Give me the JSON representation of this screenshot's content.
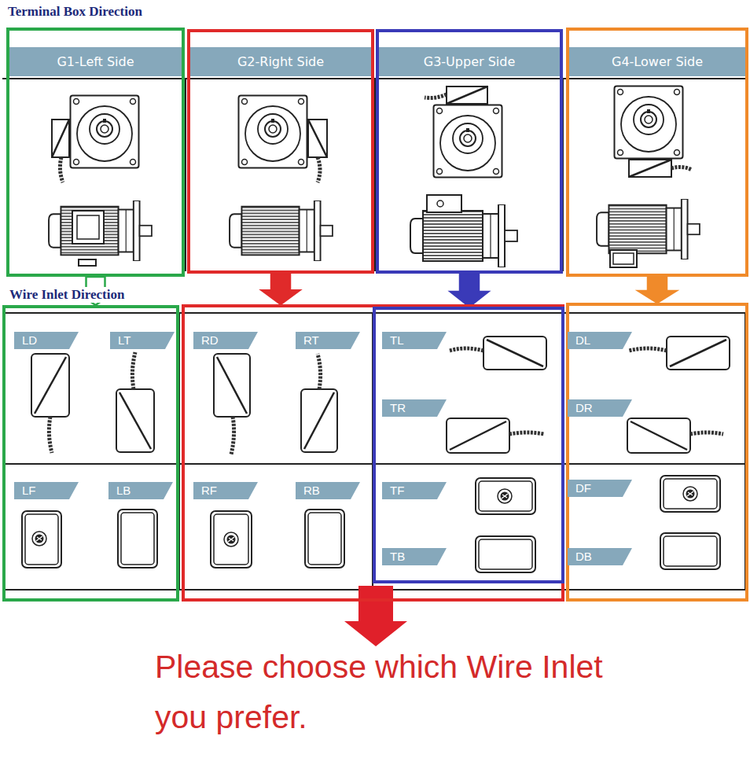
{
  "diagram": {
    "title": "Terminal Box Direction",
    "caption": "Please choose which Wire Inlet you prefer.",
    "nodes": [
      {
        "text": [
          "G1-Left Side"
        ]
      },
      {
        "text": [
          "G2-Right Side"
        ]
      },
      {
        "text": [
          "G3-Upper Side"
        ]
      },
      {
        "text": [
          "G4-Lower Side"
        ]
      },
      {
        "text": [
          "Wire Inlet Direction"
        ]
      },
      {
        "text": [
          "LD"
        ],
        "in": 4
      },
      {
        "text": [
          "LT"
        ],
        "in": 4
      },
      {
        "text": [
          "LF"
        ],
        "in": 4
      },
      {
        "text": [
          "LB"
        ],
        "in": 4
      },
      {
        "text": []
      },
      {
        "text": [
          "RD"
        ],
        "in": 9
      },
      {
        "text": [
          "RT"
        ],
        "in": 9
      },
      {
        "text": [
          "RF"
        ],
        "in": 9
      },
      {
        "text": [
          "RB"
        ],
        "in": 9
      },
      {
        "text": []
      },
      {
        "text": [
          "TL"
        ],
        "in": 14
      },
      {
        "text": [
          "TR"
        ],
        "in": 14
      },
      {
        "text": [
          "TF"
        ],
        "in": 14
      },
      {
        "text": [
          "TB"
        ],
        "in": 14
      },
      {
        "text": []
      },
      {
        "text": [
          "DL"
        ],
        "in": 19
      },
      {
        "text": [
          "DR"
        ],
        "in": 19
      },
      {
        "text": [
          "DF"
        ],
        "in": 19
      },
      {
        "text": [
          "DB"
        ],
        "in": 19
      }
    ],
    "edges": [
      {
        "from": 0,
        "to": 4,
        "arrow": "to"
      },
      {
        "from": 1,
        "to": 9,
        "arrow": "to"
      },
      {
        "from": 2,
        "to": 14,
        "arrow": "to"
      },
      {
        "from": 3,
        "to": 19,
        "arrow": "to"
      }
    ]
  }
}
